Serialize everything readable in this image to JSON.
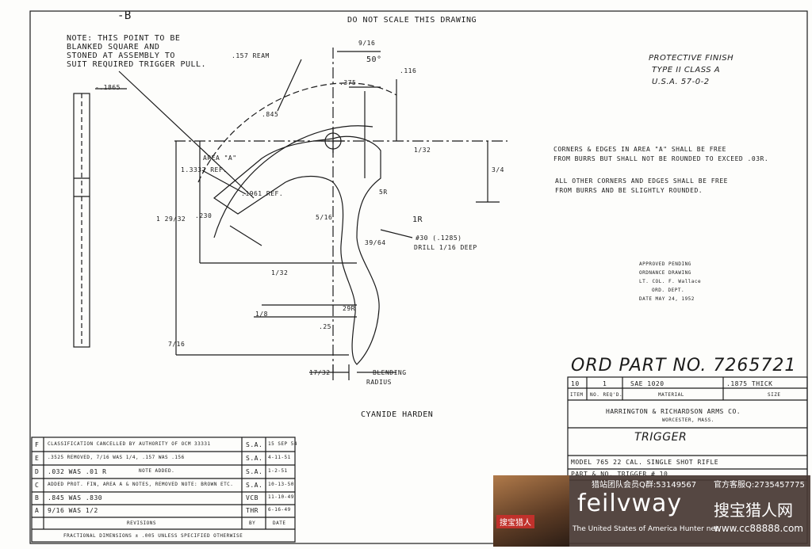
{
  "header": {
    "corner_mark": "-B",
    "do_not_scale": "DO NOT SCALE THIS DRAWING"
  },
  "notes": {
    "point_note": [
      "NOTE: THIS POINT TO BE",
      "BLANKED SQUARE AND",
      "STONED AT ASSEMBLY TO",
      "SUIT REQUIRED TRIGGER PULL."
    ],
    "finish": [
      "PROTECTIVE FINISH",
      "TYPE II CLASS A",
      "U.S.A. 57-0-2"
    ],
    "area_a": [
      "CORNERS & EDGES IN AREA \"A\" SHALL BE FREE",
      "FROM BURRS BUT SHALL NOT BE ROUNDED TO EXCEED .03R."
    ],
    "other_edges": [
      "ALL OTHER CORNERS AND EDGES SHALL BE FREE",
      "FROM BURRS AND BE SLIGHTLY ROUNDED."
    ],
    "cyanide": "CYANIDE HARDEN",
    "blending": [
      "BLENDING",
      "RADIUS"
    ]
  },
  "dimensions": {
    "thickness": "-.1865",
    "ream": ".157 REAM",
    "d_9_16": "9/16",
    "angle": "50°",
    "d_375": ".375",
    "d_116": ".116",
    "d_1_32": "1/32",
    "d_845": ".845",
    "area_label": "AREA \"A\"",
    "d_1_3337": "1.3337 REF.",
    "d_1_29_32": "1 29/32",
    "d_230": ".230",
    "d_1961": ".1961 REF.",
    "d_5_16": "5/16",
    "d_5r": "5R",
    "d_1r": "1R",
    "d_3_4": "3/4",
    "drill": [
      "#30 (.1285)",
      "DRILL 1/16 DEEP"
    ],
    "d_39_64": "39/64",
    "d_1_32b": "1/32",
    "d_1_8": "1/8",
    "d_29r": "29R",
    "d_25r": ".25",
    "d_7_16": "7/16",
    "d_17_32": "17/32"
  },
  "approval": {
    "lines": [
      "APPROVED PENDING",
      "ORDNANCE DRAWING",
      "LT. COL. F. Wallace",
      "ORD. DEPT.",
      "DATE MAY 24, 1952"
    ]
  },
  "title_block": {
    "part_no": "ORD PART NO. 7265721",
    "material_row": {
      "item": "10",
      "qty": "1",
      "material": "SAE 1020",
      "size": ".1875 THICK"
    },
    "headers": {
      "item": "ITEM",
      "qty": "NO. REQ'D.",
      "material": "MATERIAL",
      "size": "SIZE"
    },
    "company": "HARRINGTON & RICHARDSON ARMS CO.",
    "city": "WORCESTER, MASS.",
    "part_name": "TRIGGER",
    "model": "MODEL 765   22 CAL. SINGLE SHOT RIFLE",
    "part_ref": "PART & NO. TRIGGER # 10"
  },
  "revisions": {
    "rows": [
      {
        "letter": "F",
        "text": "CLASSIFICATION CANCELLED BY AUTHORITY OF OCM 33331",
        "by": "S.A.",
        "date": "15 SEP 54"
      },
      {
        "letter": "E",
        "text": ".3525 REMOVED, 7/16 WAS 1/4, .157 WAS .156",
        "by": "S.A.",
        "date": "4-11-51"
      },
      {
        "letter": "D",
        "text": ".032 WAS .01 R",
        "note": "NOTE ADDED.",
        "by": "S.A.",
        "date": "1-2-51"
      },
      {
        "letter": "C",
        "text": "ADDED PROT. FIN, AREA A & NOTES, REMOVED NOTE: BROWN ETC.",
        "by": "S.A.",
        "date": "10-13-50"
      },
      {
        "letter": "B",
        "text": ".845 WAS .830",
        "by": "VCB",
        "date": "11-10-49"
      },
      {
        "letter": "A",
        "text": "9/16 WAS 1/2",
        "by": "THR",
        "date": "6-16-49"
      }
    ],
    "footer_label": "REVISIONS",
    "by_label": "BY",
    "date_label": "DATE",
    "fractional": "FRACTIONAL DIMENSIONS ± .005 UNLESS SPECIFIED OTHERWISE"
  },
  "watermark": {
    "q1": "猎站团队会员Q群:53149567",
    "q2": "官方客服Q:2735457775",
    "brand": "feilvway",
    "cn": "搜宝猎人网",
    "sub": "The United States of America Hunter net",
    "url": "www.cc88888.com",
    "badge": "搜宝猎人"
  },
  "colors": {
    "ink": "#1b1b1b",
    "paper": "#fdfdfb",
    "watermark_bg": "#463732",
    "badge": "#c0312b"
  }
}
